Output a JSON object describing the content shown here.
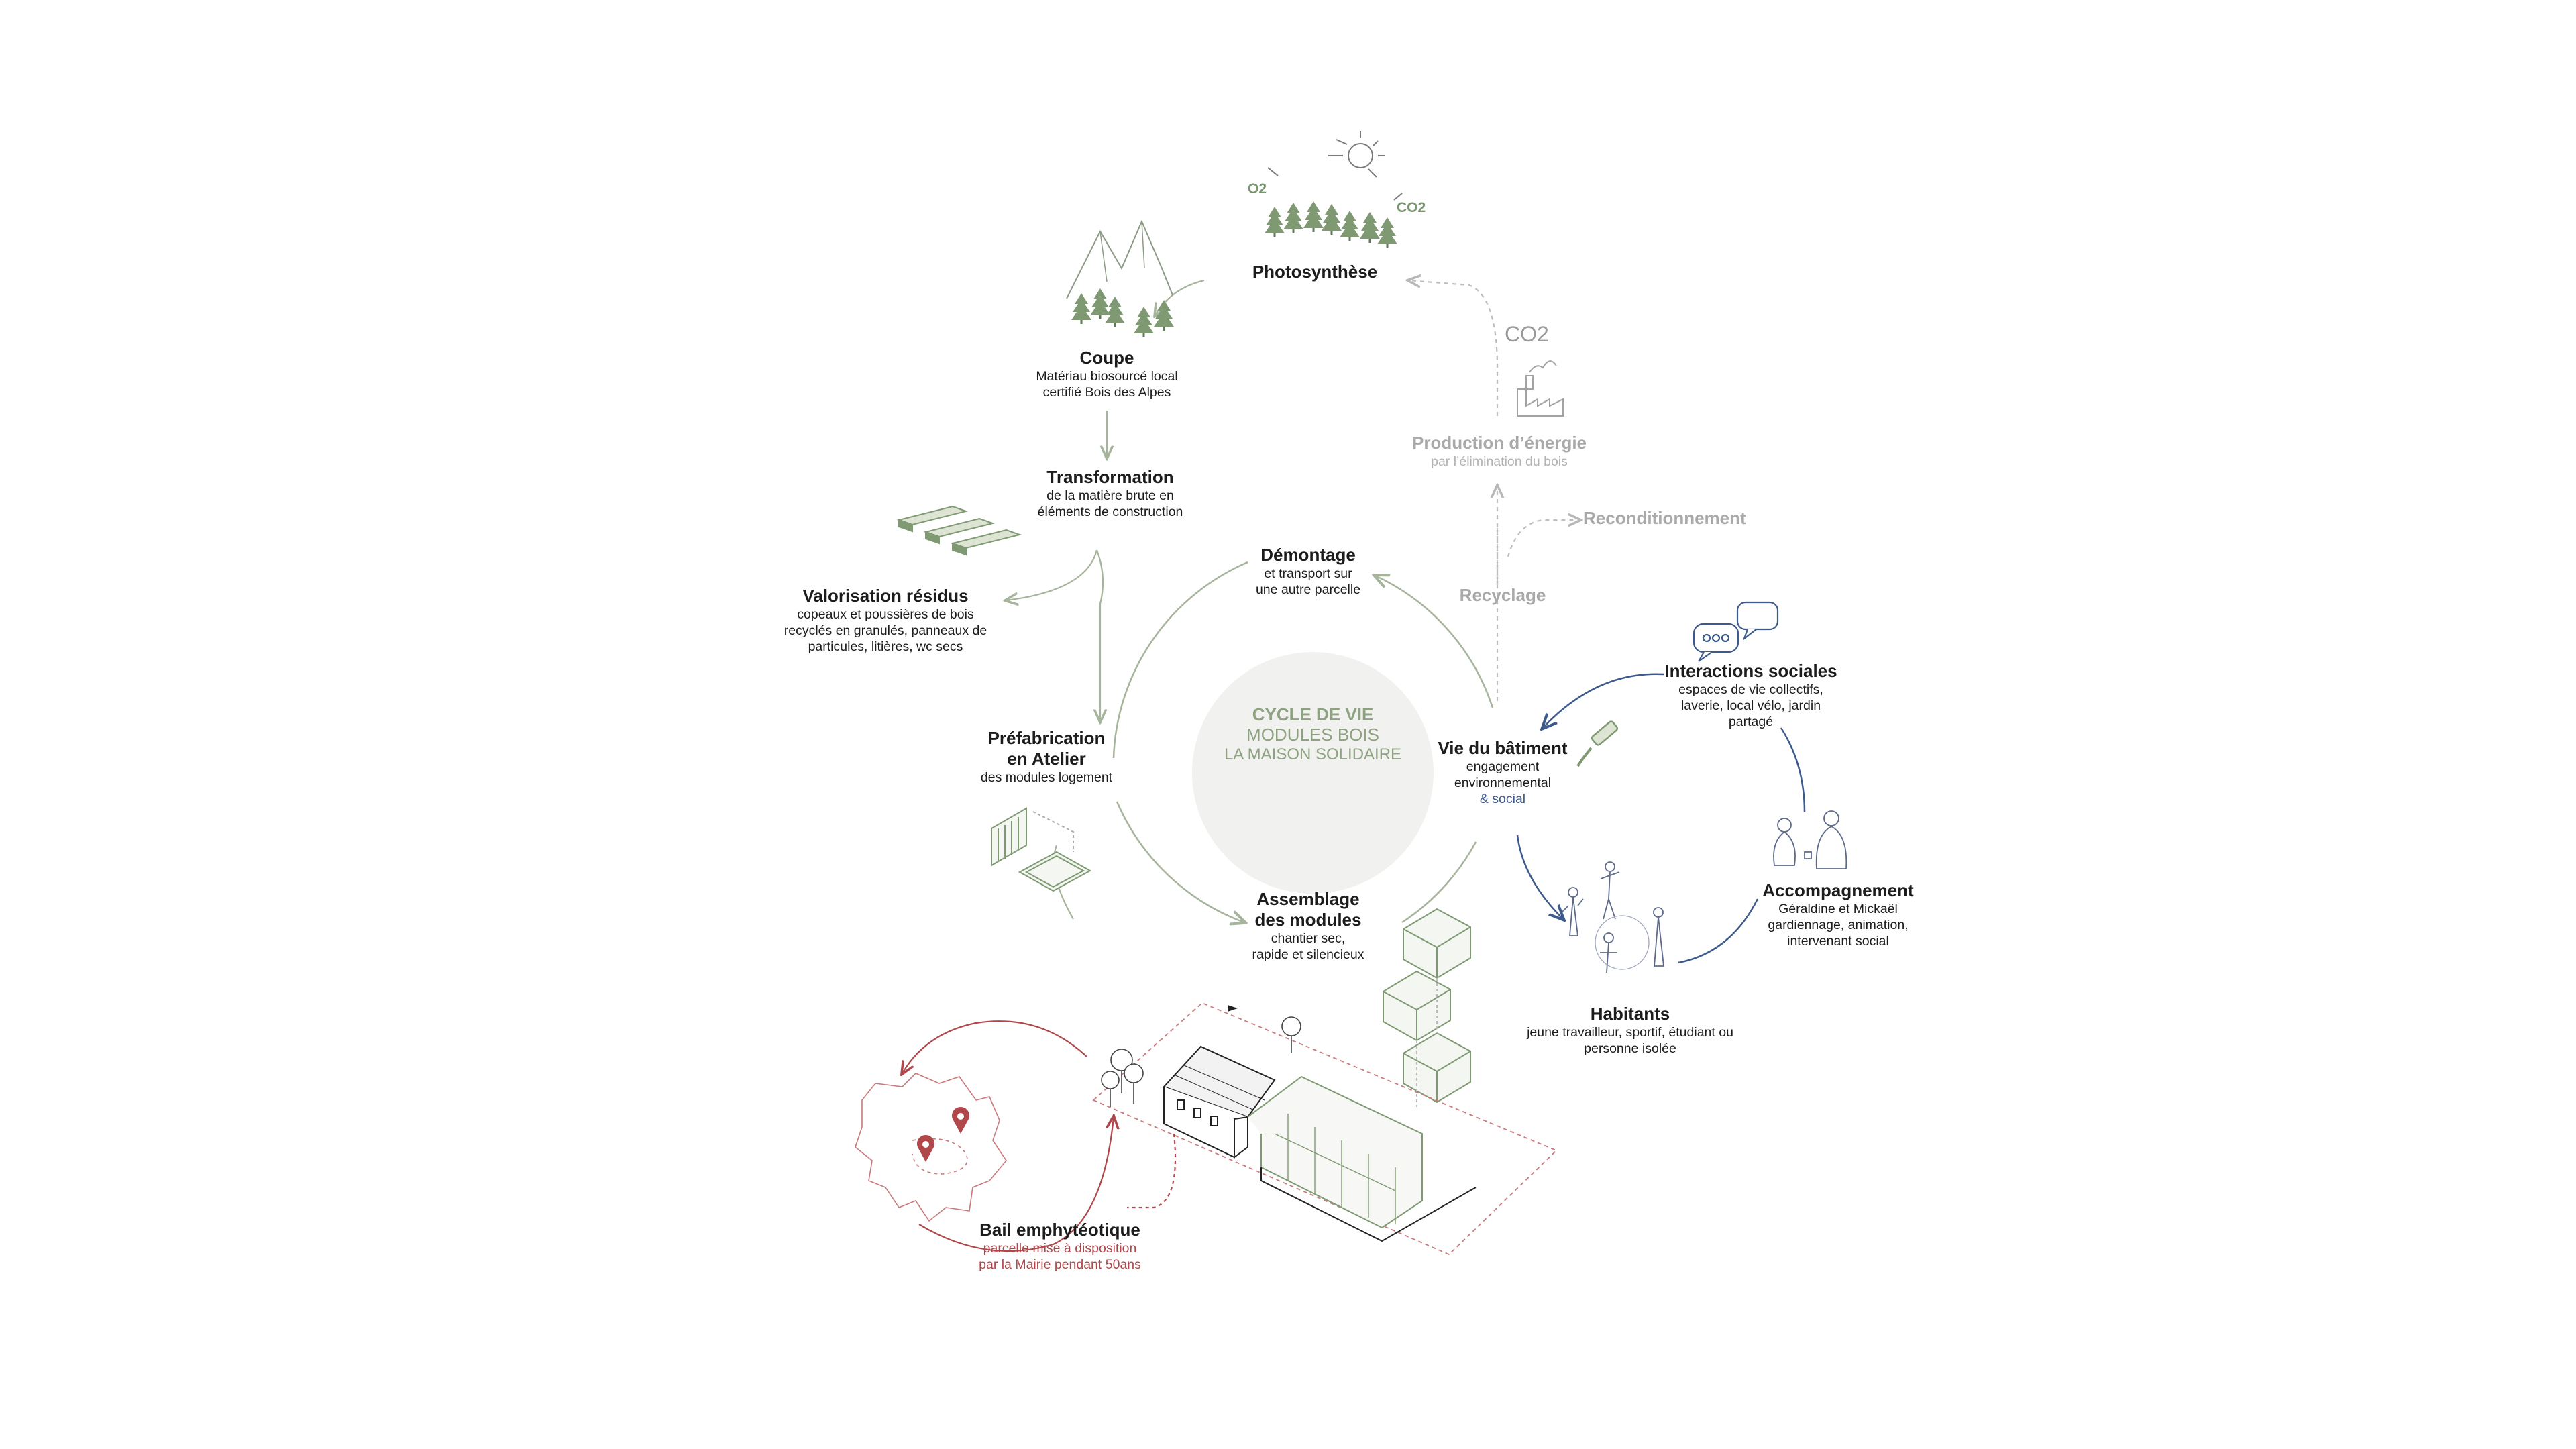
{
  "center": {
    "line1": "CYCLE DE VIE",
    "line2": "MODULES BOIS",
    "line3": "LA MAISON SOLIDAIRE"
  },
  "photosynthese": {
    "title": "Photosynthèse",
    "o2": "O2",
    "co2": "CO2"
  },
  "coupe": {
    "title": "Coupe",
    "line1": "Matériau biosourcé local",
    "line2": "certifié Bois des Alpes"
  },
  "transformation": {
    "title": "Transformation",
    "line1": "de la matière brute en",
    "line2": "éléments de construction"
  },
  "valorisation": {
    "title": "Valorisation résidus",
    "line1": "copeaux et poussières de bois",
    "line2": "recyclés en granulés, panneaux de",
    "line3": "particules, litières, wc secs"
  },
  "prefabrication": {
    "title1": "Préfabrication",
    "title2": "en Atelier",
    "line1": "des modules logement"
  },
  "assemblage": {
    "title1": "Assemblage",
    "title2": "des modules",
    "line1": "chantier sec,",
    "line2": "rapide et silencieux"
  },
  "demontage": {
    "title": "Démontage",
    "line1": "et transport sur",
    "line2": "une autre parcelle"
  },
  "vie_batiment": {
    "title": "Vie du bâtiment",
    "line1": "engagement",
    "line2": "environnemental",
    "line3": "& social"
  },
  "recyclage": {
    "title": "Recyclage"
  },
  "reconditionnement": {
    "title": "Reconditionnement"
  },
  "production_energie": {
    "title": "Production d’énergie",
    "line1": "par l’élimination du bois"
  },
  "co2_factory": {
    "label": "CO2"
  },
  "interactions": {
    "title": "Interactions sociales",
    "line1": "espaces de vie collectifs,",
    "line2": "laverie, local vélo, jardin",
    "line3": "partagé"
  },
  "accompagnement": {
    "title": "Accompagnement",
    "line1": "Géraldine et Mickaël",
    "line2": "gardiennage, animation,",
    "line3": "intervenant social"
  },
  "habitants": {
    "title": "Habitants",
    "line1": "jeune travailleur, sportif, étudiant ou",
    "line2": "personne isolée"
  },
  "bail": {
    "title": "Bail emphytéotique",
    "line1": "parcelle mise à disposition",
    "line2": "par la Mairie pendant 50ans"
  },
  "colors": {
    "green": "#7f9a72",
    "green_dark": "#5f7a55",
    "line_green": "#a5b49b",
    "grey": "#b3b3b3",
    "blue": "#3d5a8c",
    "red": "#b0474a",
    "center_fill": "#f1f1ef"
  },
  "icons": [
    "trees-icon",
    "sun-icon",
    "mountains-icon",
    "planks-icon",
    "modules-icon",
    "factory-icon",
    "speech-bubbles-icon",
    "paint-roller-icon",
    "people-icon",
    "building-icon",
    "map-pin-icon"
  ]
}
